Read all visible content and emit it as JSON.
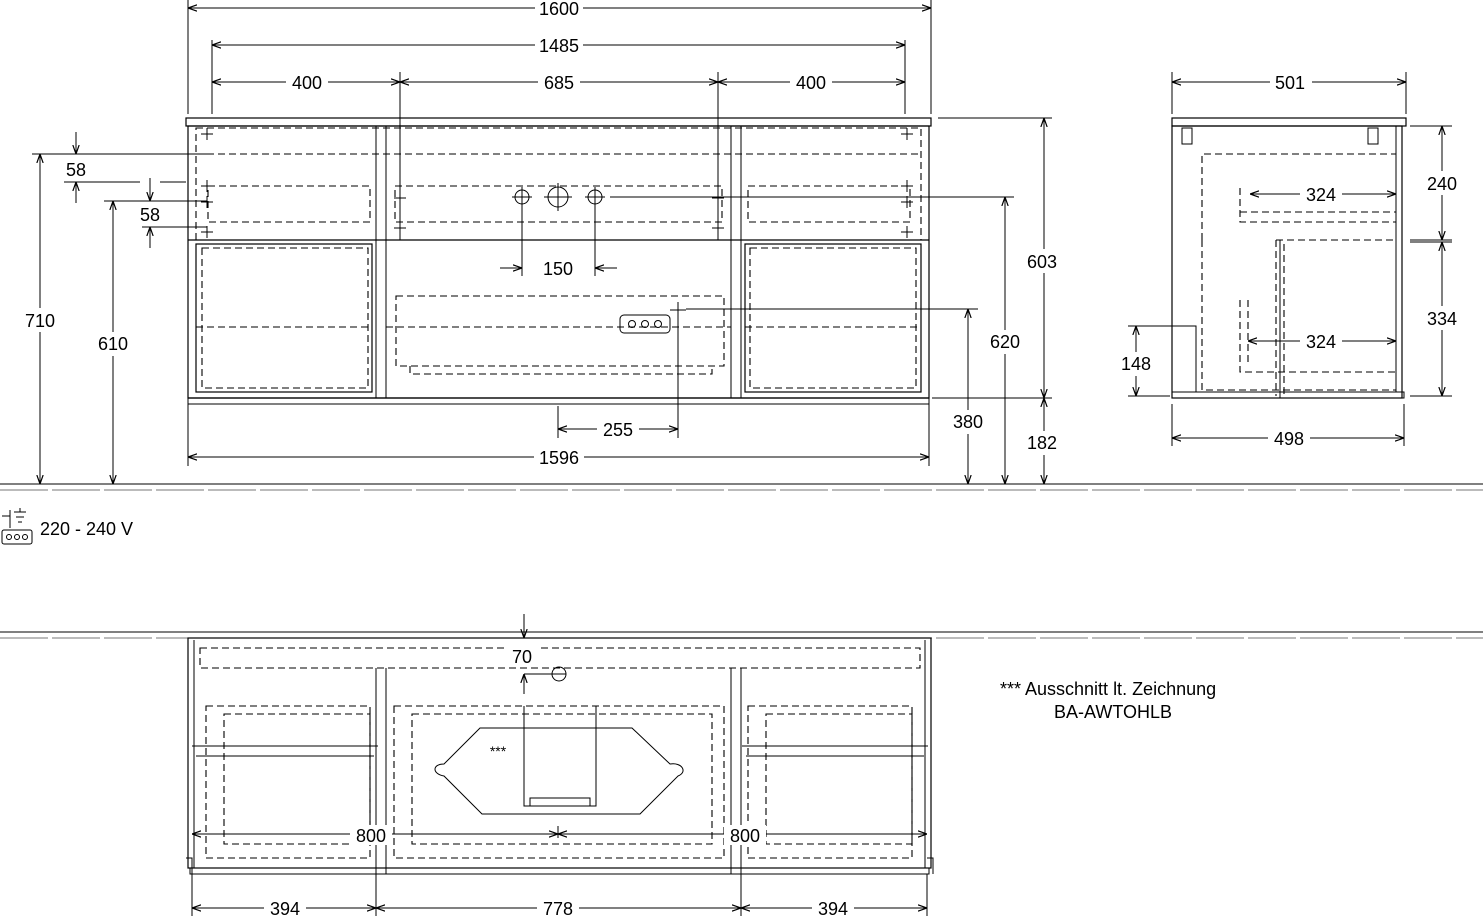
{
  "front_view": {
    "dims": {
      "overall_width": "1600",
      "top_width": "1485",
      "left_section": "400",
      "center_section": "685",
      "right_section": "400",
      "top_gap": "58",
      "drawer_gap": "58",
      "total_height": "710",
      "height_610": "610",
      "tap_spacing": "150",
      "socket_offset": "255",
      "body_width": "1596",
      "height_603": "603",
      "height_620": "620",
      "height_380": "380",
      "floor_gap": "182"
    }
  },
  "side_view": {
    "dims": {
      "depth_top": "501",
      "upper_height": "240",
      "upper_depth": "324",
      "lower_depth": "324",
      "lower_height": "334",
      "height_148": "148",
      "depth_bottom": "498"
    }
  },
  "electrical": {
    "voltage": "220 - 240 V",
    "icon": "socket-icon"
  },
  "top_view": {
    "dims": {
      "rear_offset": "70",
      "half_left": "800",
      "half_right": "800",
      "left_width": "394",
      "center_width": "778",
      "right_width": "394"
    },
    "cutout_mark": "***"
  },
  "note": {
    "line1": "*** Ausschnitt lt. Zeichnung",
    "line2": "BA-AWTOHLB"
  }
}
